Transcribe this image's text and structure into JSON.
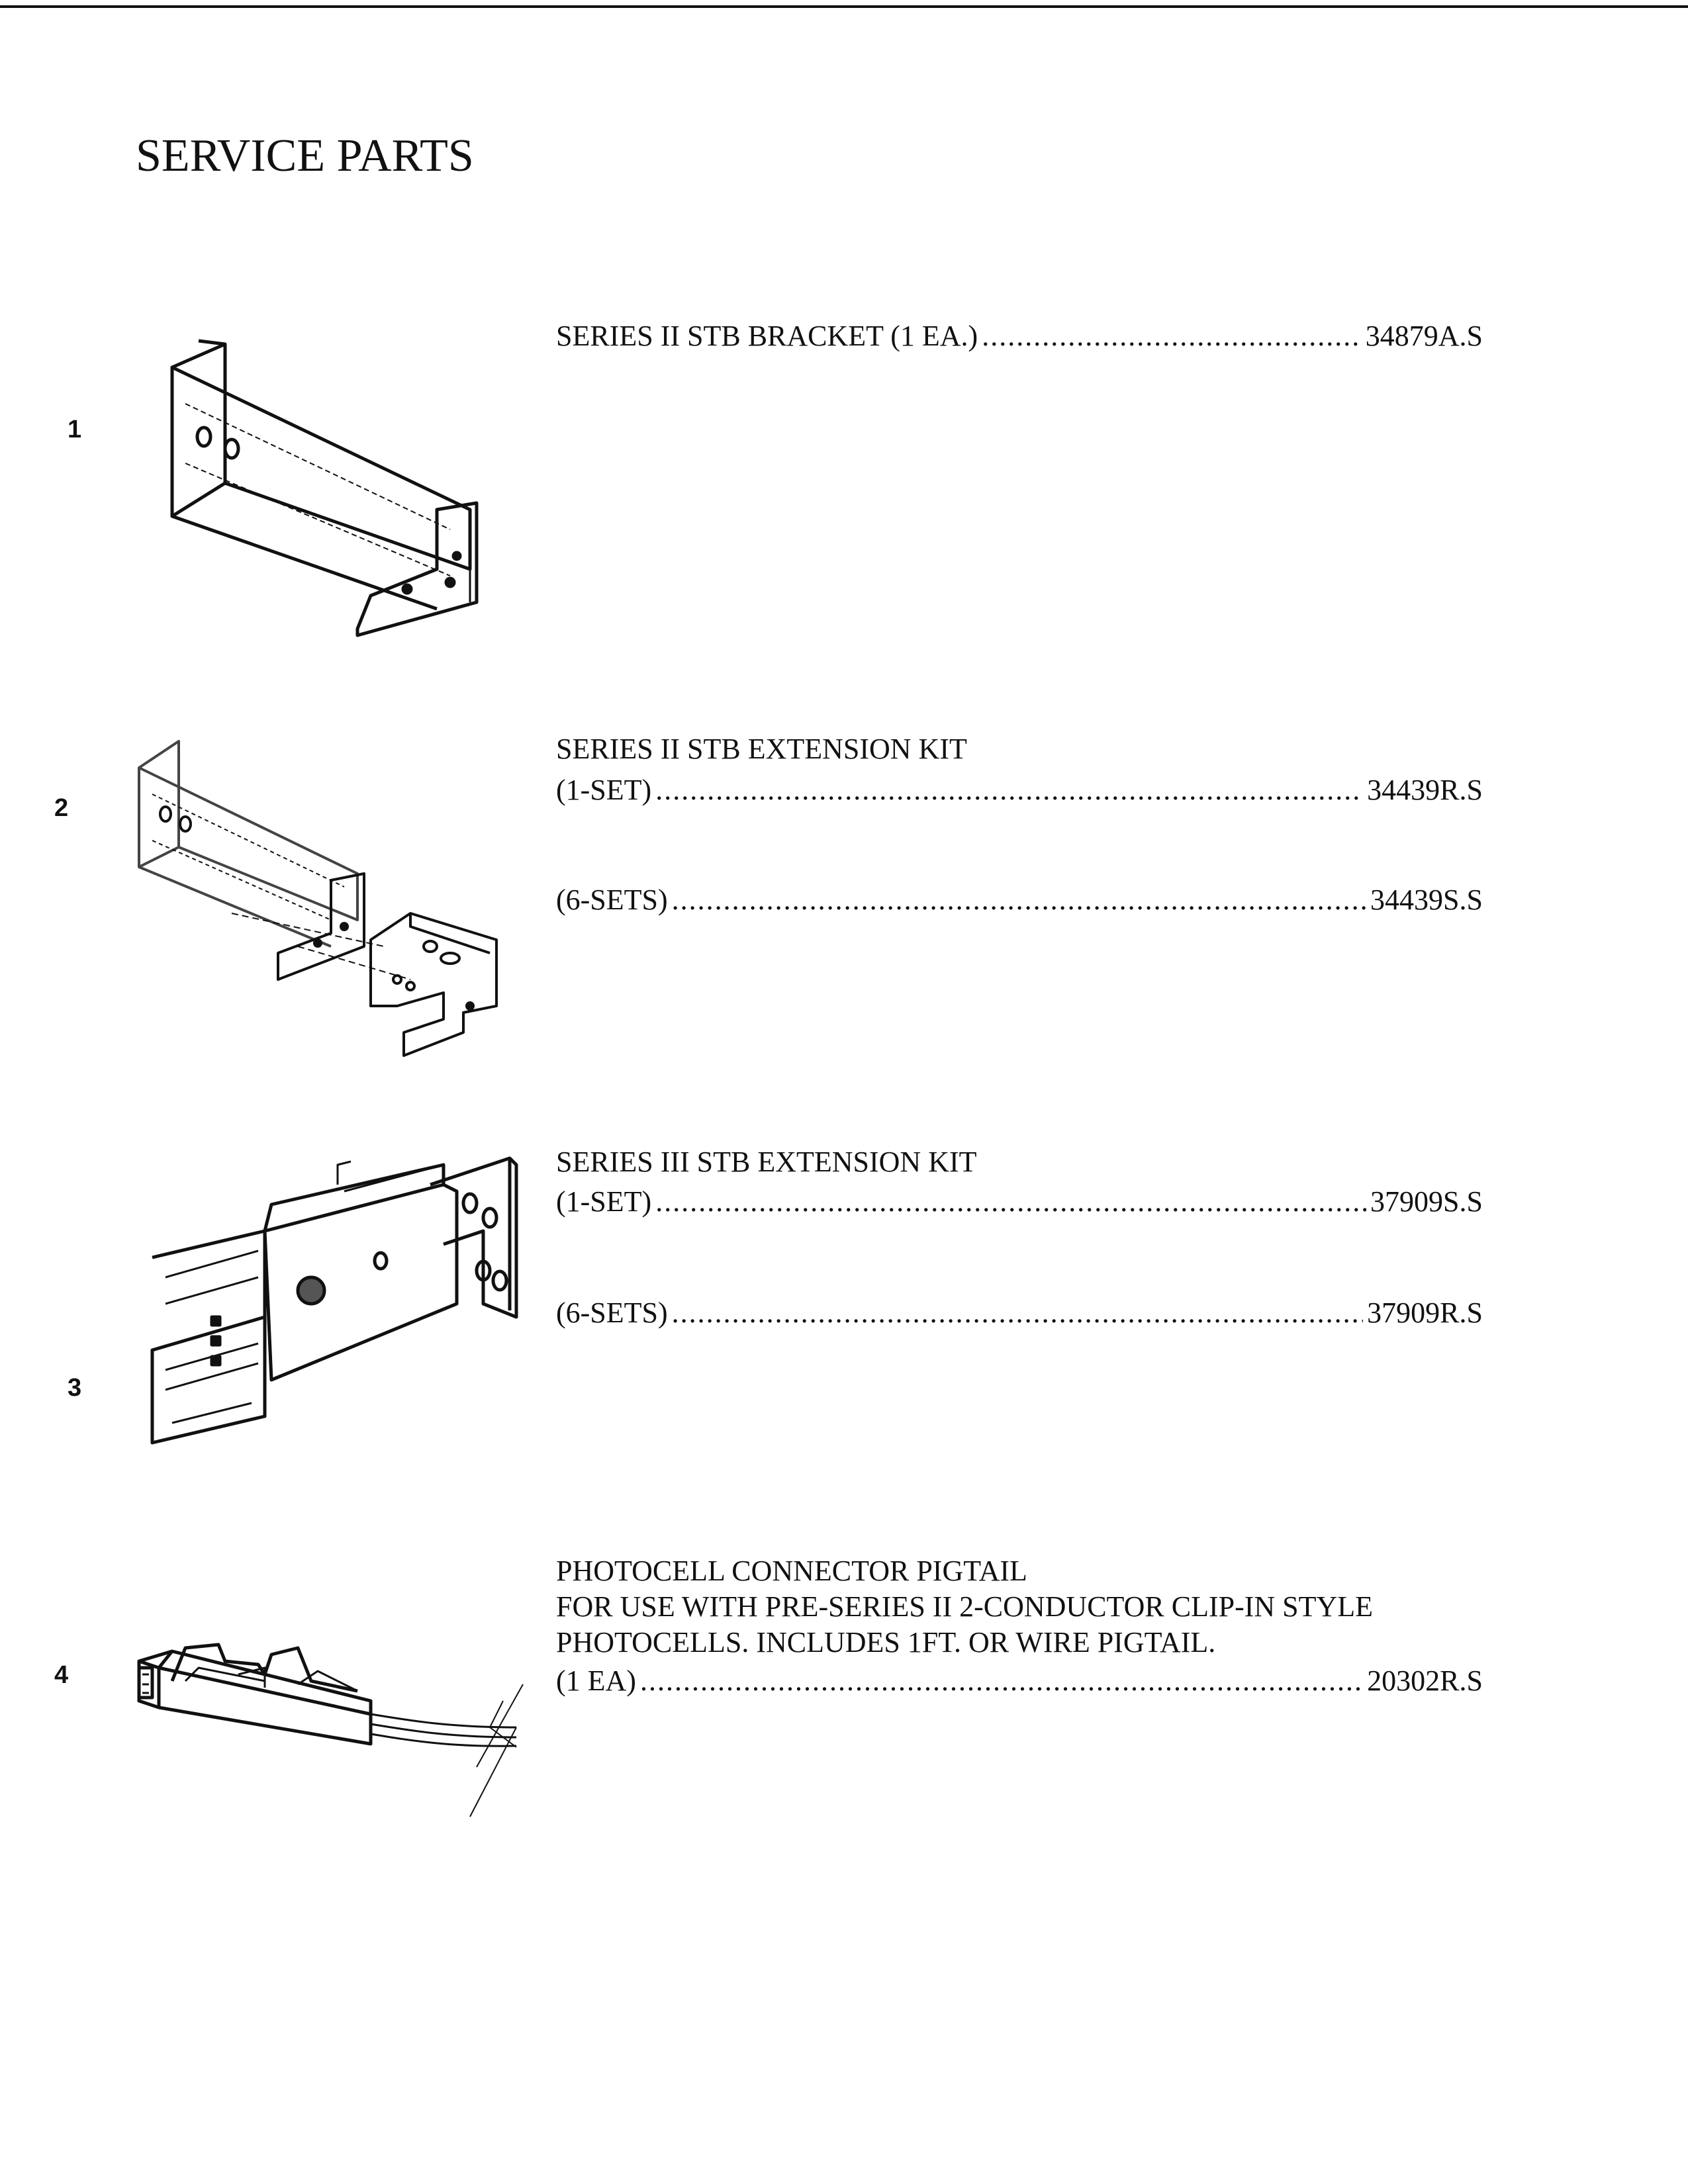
{
  "title": "SERVICE PARTS",
  "items": [
    {
      "number": "1",
      "headings": [],
      "rows": [
        {
          "label": "SERIES II STB BRACKET (1 EA.)",
          "part_no": "34879A.S"
        }
      ]
    },
    {
      "number": "2",
      "headings": [
        "SERIES II STB EXTENSION KIT"
      ],
      "rows": [
        {
          "label": "(1-SET)",
          "part_no": "34439R.S"
        },
        {
          "label": "(6-SETS)",
          "part_no": "34439S.S"
        }
      ]
    },
    {
      "number": "3",
      "headings": [
        "SERIES III STB EXTENSION KIT"
      ],
      "rows": [
        {
          "label": "(1-SET)",
          "part_no": "37909S.S"
        },
        {
          "label": "(6-SETS)",
          "part_no": "37909R.S"
        }
      ]
    },
    {
      "number": "4",
      "headings": [
        "PHOTOCELL CONNECTOR PIGTAIL",
        "FOR USE WITH PRE-SERIES II 2-CONDUCTOR CLIP-IN STYLE",
        "PHOTOCELLS. INCLUDES 1FT. OR WIRE PIGTAIL."
      ],
      "rows": [
        {
          "label": "(1 EA)",
          "part_no": "20302R.S"
        }
      ]
    }
  ]
}
